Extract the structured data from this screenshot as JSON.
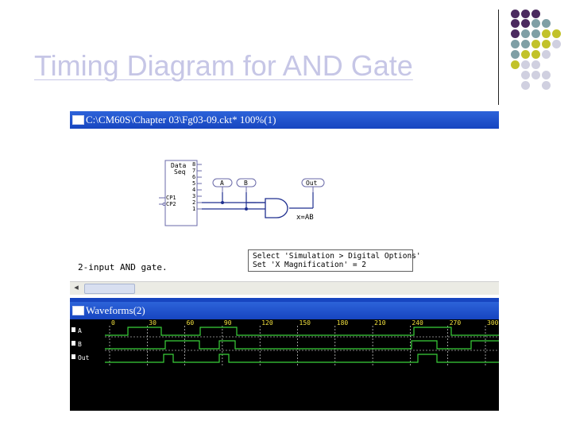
{
  "slide": {
    "title": "Timing Diagram for AND Gate"
  },
  "schematic_window": {
    "title": "C:\\CM60S\\Chapter 03\\Fg03-09.ckt* 100%(1)",
    "data_seq": {
      "label_line1": "Data",
      "label_line2": "Seq",
      "outputs": [
        "8",
        "7",
        "6",
        "5",
        "4",
        "3",
        "2",
        "1"
      ],
      "clocks": [
        "CP1",
        "CP2"
      ]
    },
    "probes": {
      "a": "A",
      "b": "B",
      "out": "Out"
    },
    "output_expression": "x=AB",
    "caption": "2-input AND gate.",
    "hint_line1": "Select 'Simulation > Digital Options'",
    "hint_line2": "Set 'X Magnification' = 2"
  },
  "waveforms_window": {
    "title": "Waveforms(2)",
    "time_ticks": [
      "0",
      "30",
      "60",
      "90",
      "120",
      "150",
      "180",
      "210",
      "240",
      "270",
      "300"
    ],
    "signals": [
      "A",
      "B",
      "Out"
    ],
    "colors": {
      "wave": "#3ad13a",
      "grid": "#ffffff",
      "tick_label": "#f0e040",
      "signal_label": "#ffffff"
    }
  }
}
